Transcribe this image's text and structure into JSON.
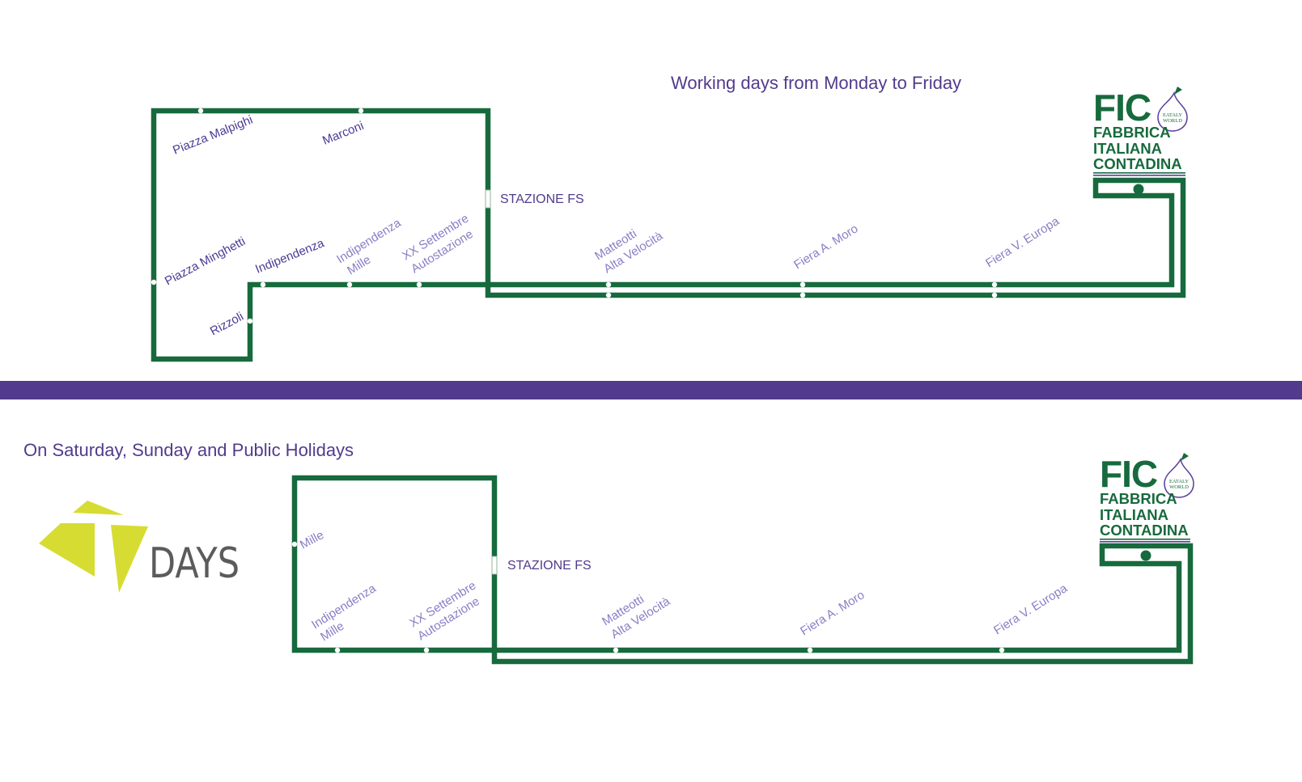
{
  "colors": {
    "line": "#176a3d",
    "text": "#523b8c",
    "band": "#523b8c",
    "tdays_logo": "#d6dc32",
    "tdays_text": "#5b5b5b"
  },
  "weekday": {
    "heading": "Working days from Monday to Friday",
    "station_fs": "STAZIONE FS",
    "stops": {
      "piazza_malpighi": "Piazza Malpighi",
      "marconi": "Marconi",
      "piazza_minghetti": "Piazza Minghetti",
      "indipendenza": "Indipendenza",
      "rizzoli": "Rizzoli",
      "indipendenza_mille_1": "Indipendenza",
      "indipendenza_mille_2": "Mille",
      "xx_settembre_1": "XX Settembre",
      "xx_settembre_2": "Autostazione",
      "matteotti_1": "Matteotti",
      "matteotti_2": "Alta Velocità",
      "fiera_moro": "Fiera A. Moro",
      "fiera_europa": "Fiera V. Europa"
    }
  },
  "holiday": {
    "heading": "On Saturday, Sunday and Public Holidays",
    "station_fs": "STAZIONE FS",
    "stops": {
      "mille": "Mille",
      "indipendenza_mille_1": "Indipendenza",
      "indipendenza_mille_2": "Mille",
      "xx_settembre_1": "XX Settembre",
      "xx_settembre_2": "Autostazione",
      "matteotti_1": "Matteotti",
      "matteotti_2": "Alta Velocità",
      "fiera_moro": "Fiera A. Moro",
      "fiera_europa": "Fiera V. Europa"
    }
  },
  "fic_logo": {
    "fic": "FIC",
    "line1": "FABBRICA",
    "line2": "ITALIANA",
    "line3": "CONTADINA",
    "badge1": "EATALY",
    "badge2": "WORLD"
  },
  "tdays_logo": {
    "text": "DAYS"
  }
}
